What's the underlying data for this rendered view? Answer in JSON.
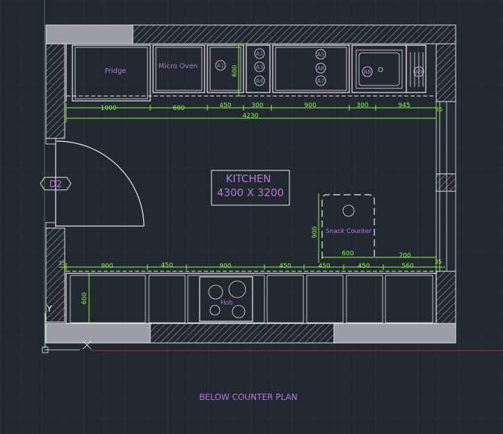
{
  "colors": {
    "background": "#212830",
    "grid": "#2c3440",
    "lines": "#f0f0f0",
    "dimension": "#8cff3a",
    "label": "#b478d6",
    "wall_fill": "#9a9ea5",
    "axis_red": "#b0312c"
  },
  "room": {
    "name": "KITCHEN",
    "size": "4300 X 3200"
  },
  "plan_title": "BELOW COUNTER PLAN",
  "door_tag": "D2",
  "axis_label": "Y",
  "appliances": {
    "fridge": "Fridge",
    "micro_oven": "Micro Oven",
    "snack_counter": "Snack Counter",
    "hob": "Hob"
  },
  "cabinet_tags": {
    "a1": "A1",
    "a2": "A2",
    "a3": "A3",
    "a4": "A4",
    "a5": "A5",
    "a6": "A6",
    "a7": "A7",
    "a8": "A8",
    "a9": "A9"
  },
  "dims_top": {
    "d1000": "1000",
    "d600": "600",
    "d450": "450",
    "d300a": "300",
    "d900": "900",
    "d300b": "300",
    "d945": "945",
    "d35": "35",
    "total": "4230",
    "depth": "600"
  },
  "dims_bottom": {
    "d35a": "35",
    "d900a": "900",
    "d450a": "450",
    "d900b": "900",
    "d450b": "450",
    "d450c": "450",
    "d450d": "450",
    "d560": "560",
    "d35b": "35",
    "d600": "600",
    "d700": "700",
    "d900v": "900",
    "depth": "600"
  }
}
